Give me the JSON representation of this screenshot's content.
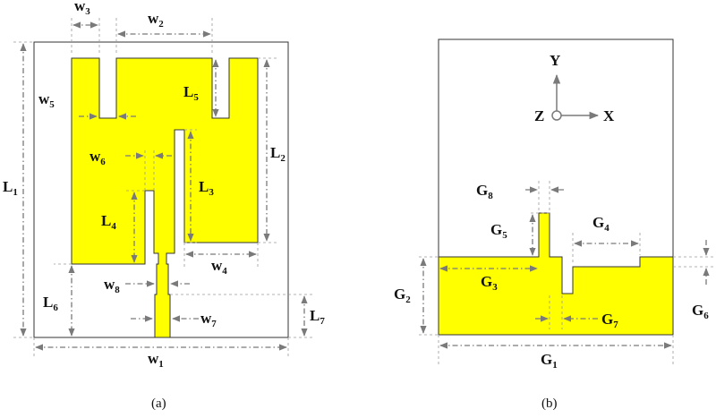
{
  "colors": {
    "metal": "#ffff00",
    "metal_edge": "#333333",
    "dimension": "#7a7a7a",
    "axis": "#7a7a7a"
  },
  "panel_a": {
    "caption": "(a)",
    "labels": {
      "w1": {
        "main": "w",
        "sub": "1"
      },
      "w2": {
        "main": "w",
        "sub": "2"
      },
      "w3": {
        "main": "w",
        "sub": "3"
      },
      "w4": {
        "main": "w",
        "sub": "4"
      },
      "w5": {
        "main": "w",
        "sub": "5"
      },
      "w6": {
        "main": "w",
        "sub": "6"
      },
      "w7": {
        "main": "w",
        "sub": "7"
      },
      "w8": {
        "main": "w",
        "sub": "8"
      },
      "L1": {
        "main": "L",
        "sub": "1"
      },
      "L2": {
        "main": "L",
        "sub": "2"
      },
      "L3": {
        "main": "L",
        "sub": "3"
      },
      "L4": {
        "main": "L",
        "sub": "4"
      },
      "L5": {
        "main": "L",
        "sub": "5"
      },
      "L6": {
        "main": "L",
        "sub": "6"
      },
      "L7": {
        "main": "L",
        "sub": "7"
      }
    }
  },
  "panel_b": {
    "caption": "(b)",
    "axes": {
      "y": "Y",
      "x": "X",
      "z": "Z"
    },
    "labels": {
      "G1": {
        "main": "G",
        "sub": "1"
      },
      "G2": {
        "main": "G",
        "sub": "2"
      },
      "G3": {
        "main": "G",
        "sub": "3"
      },
      "G4": {
        "main": "G",
        "sub": "4"
      },
      "G5": {
        "main": "G",
        "sub": "5"
      },
      "G6": {
        "main": "G",
        "sub": "6"
      },
      "G7": {
        "main": "G",
        "sub": "7"
      },
      "G8": {
        "main": "G",
        "sub": "8"
      }
    }
  }
}
